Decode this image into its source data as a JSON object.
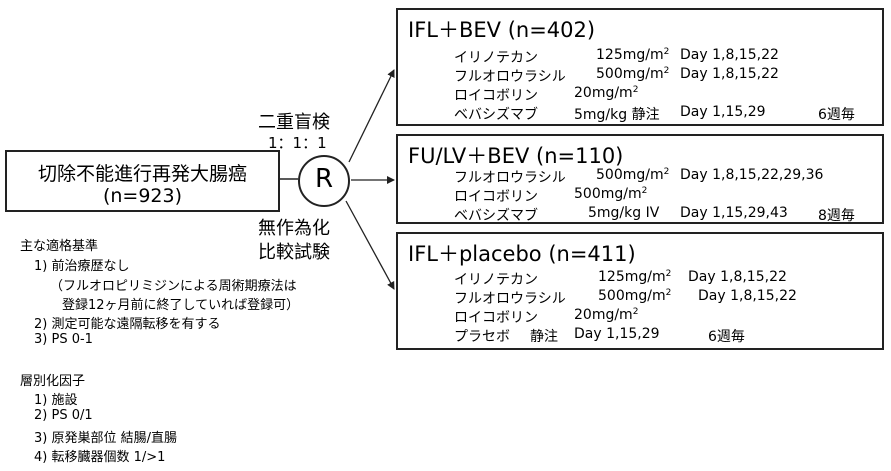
{
  "population": {
    "line1": "切除不能進行再発大腸癌",
    "line2": "(n=923)"
  },
  "randomization": {
    "symbol": "R",
    "blinding": "二重盲検",
    "ratio": "1：1：1",
    "method_line1": "無作為化",
    "method_line2": "比較試験"
  },
  "eligibility": {
    "heading": "主な適格基準",
    "item1": "1) 前治療歴なし",
    "item1_note1": "（フルオロピリミジンによる周術期療法は",
    "item1_note2": "登録12ヶ月前に終了していれば登録可）",
    "item2": "2) 測定可能な遠隔転移を有する",
    "item3": "3) PS 0-1"
  },
  "stratification": {
    "heading": "層別化因子",
    "item1": "1) 施設",
    "item2": "2) PS 0/1",
    "item3": "3) 原発巣部位 結腸/直腸",
    "item4": "4) 転移臓器個数 1/>1"
  },
  "arm1": {
    "title": "IFL＋BEV (n=402)",
    "rows": [
      {
        "drug": "イリノテカン",
        "dose": "125mg/m",
        "sup": "2",
        "schedule": "Day 1,8,15,22",
        "cycle": ""
      },
      {
        "drug": "フルオロウラシル",
        "dose": "500mg/m",
        "sup": "2",
        "schedule": "Day 1,8,15,22",
        "cycle": ""
      },
      {
        "drug": "ロイコボリン",
        "dose": "20mg/m",
        "sup": "2",
        "schedule": "",
        "cycle": ""
      },
      {
        "drug": "ベバシズマブ",
        "dose": "5mg/kg 静注",
        "sup": "",
        "schedule": "Day 1,15,29",
        "cycle": "6週毎"
      }
    ]
  },
  "arm2": {
    "title": "FU/LV＋BEV (n=110)",
    "rows": [
      {
        "drug": "フルオロウラシル",
        "dose": "500mg/m",
        "sup": "2",
        "schedule": "Day 1,8,15,22,29,36",
        "cycle": ""
      },
      {
        "drug": "ロイコボリン",
        "dose": "500mg/m",
        "sup": "2",
        "schedule": "",
        "cycle": ""
      },
      {
        "drug": "ベバシズマブ",
        "dose": "5mg/kg IV",
        "sup": "",
        "schedule": "Day 1,15,29,43",
        "cycle": "8週毎"
      }
    ]
  },
  "arm3": {
    "title": "IFL＋placebo (n=411)",
    "rows": [
      {
        "drug": "イリノテカン",
        "dose": "125mg/m",
        "sup": "2",
        "schedule": "Day 1,8,15,22",
        "cycle": ""
      },
      {
        "drug": "フルオロウラシル",
        "dose": "500mg/m",
        "sup": "2",
        "schedule": "Day 1,8,15,22",
        "cycle": ""
      },
      {
        "drug": "ロイコボリン",
        "dose": "20mg/m",
        "sup": "2",
        "schedule": "",
        "cycle": ""
      },
      {
        "drug": "プラセボ",
        "dose": "静注",
        "sup": "",
        "schedule": "Day 1,15,29",
        "cycle": "6週毎"
      }
    ]
  },
  "colors": {
    "line": "#222222",
    "text": "#000000",
    "background": "#ffffff"
  }
}
